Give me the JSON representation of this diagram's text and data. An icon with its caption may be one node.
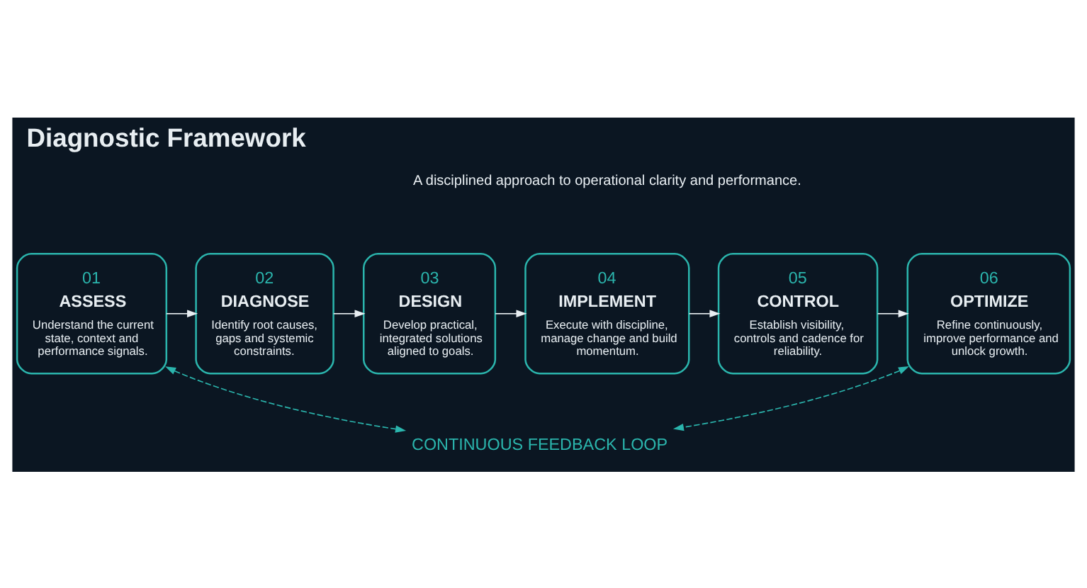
{
  "diagram": {
    "title": "Diagnostic Framework",
    "nodes": [
      {
        "text": [
          "01",
          "ASSESS",
          "Understand the current state, context and performance signals."
        ]
      },
      {
        "text": [
          "02",
          "DIAGNOSE",
          "Identify root causes, gaps and systemic constraints."
        ]
      },
      {
        "text": [
          "03",
          "DESIGN",
          "Develop practical, integrated solutions aligned to goals."
        ]
      },
      {
        "text": [
          "04",
          "IMPLEMENT",
          "Execute with discipline, manage change and build momentum."
        ]
      },
      {
        "text": [
          "05",
          "CONTROL",
          "Establish visibility, controls and cadence for reliability."
        ]
      },
      {
        "text": [
          "06",
          "OPTIMIZE",
          "Refine continuously, improve performance and unlock growth."
        ]
      },
      {
        "text": [
          "CONTINUOUS FEEDBACK LOOP"
        ]
      }
    ],
    "edges": [
      {
        "from": 0,
        "to": 1,
        "arrow": "to"
      },
      {
        "from": 1,
        "to": 2,
        "arrow": "to"
      },
      {
        "from": 2,
        "to": 3,
        "arrow": "to"
      },
      {
        "from": 3,
        "to": 4,
        "arrow": "to"
      },
      {
        "from": 4,
        "to": 5,
        "arrow": "to"
      },
      {
        "from": 6,
        "to": 0,
        "arrow": "both",
        "style": "dashed",
        "color": "#2bb5ad"
      },
      {
        "from": 6,
        "to": 5,
        "arrow": "both",
        "style": "dashed",
        "color": "#2bb5ad"
      }
    ],
    "labels": [
      "A disciplined approach to operational clarity and performance."
    ]
  }
}
